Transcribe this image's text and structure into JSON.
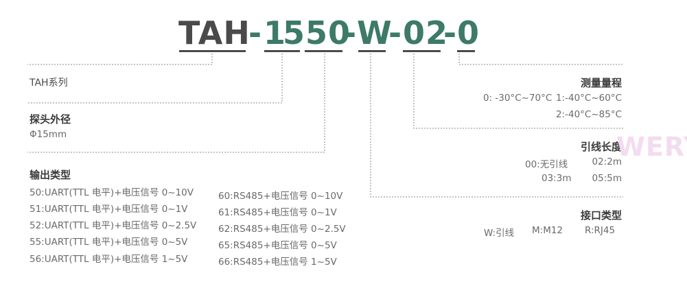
{
  "model_code": {
    "series": "TAH",
    "sep": "-",
    "probe": "1",
    "output": "550",
    "lead_type": "W",
    "lead_length": "02",
    "range": "0",
    "colors": {
      "series": "#4a4a4a",
      "highlight": "#3d7a68",
      "sep": "#4a4a4a"
    }
  },
  "series_label": "TAH系列",
  "probe_section": {
    "title": "探头外径",
    "value": "Φ15mm"
  },
  "output_section": {
    "title": "输出类型",
    "col1": [
      "50:UART(TTL 电平)+电压信号 0~10V",
      "51:UART(TTL 电平)+电压信号 0~1V",
      "52:UART(TTL 电平)+电压信号 0~2.5V",
      "55:UART(TTL 电平)+电压信号 0~5V",
      "56:UART(TTL 电平)+电压信号 1~5V"
    ],
    "col2": [
      "60:RS485+电压信号 0~10V",
      "61:RS485+电压信号 0~1V",
      "62:RS485+电压信号 0~2.5V",
      "65:RS485+电压信号 0~5V",
      "66:RS485+电压信号 1~5V"
    ]
  },
  "range_section": {
    "title": "测量量程",
    "line1a": "0: -30°C~70°C",
    "line1b": "1:-40°C~60°C",
    "line2": "2:-40°C~85°C"
  },
  "lead_length_section": {
    "title": "引线长度",
    "r1a": "00:无引线",
    "r1b": "02:2m",
    "r2a": "03:3m",
    "r2b": "05:5m"
  },
  "interface_section": {
    "title": "接口类型",
    "items": [
      "W:引线",
      "M:M12",
      "R:RJ45"
    ]
  },
  "watermark": "WERY"
}
